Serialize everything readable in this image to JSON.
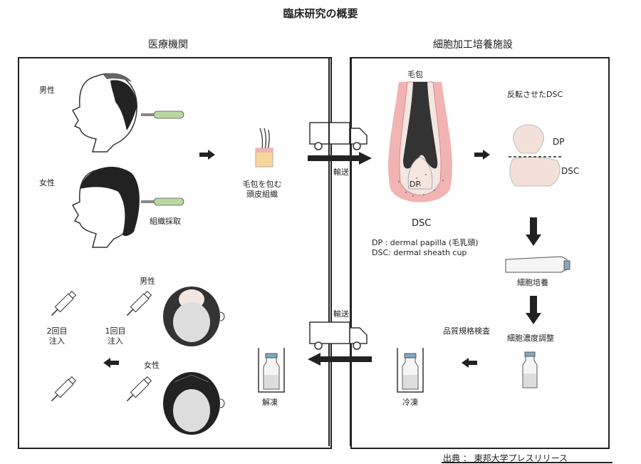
{
  "title": "臨床研究の概要",
  "left_panel": {
    "title": "医療機関",
    "male": "男性",
    "female": "女性",
    "biopsy": "組織採取",
    "follicle_tissue": [
      "毛包を包む",
      "頭皮組織"
    ],
    "male2": "男性",
    "female2": "女性",
    "first_injection": [
      "1回目",
      "注入"
    ],
    "second_injection": [
      "2回目",
      "注入"
    ],
    "thaw": "解凍"
  },
  "right_panel": {
    "title": "細胞加工培養施設",
    "follicle": "毛包",
    "dp_in_follicle": "DP",
    "dsc_label": "DSC",
    "inverted_dsc": "反転させたDSC",
    "dp_label": "DP",
    "dsc_label2": "DSC",
    "legend_dp": "DP :  dermal papilla (毛乳頭)",
    "legend_dsc": "DSC:  dermal sheath cup",
    "culture": "細胞培養",
    "concentration": "細胞濃度調整",
    "qc": "品質規格検査",
    "freeze": "冷凍"
  },
  "transport_top": "輸送",
  "transport_bottom": "輸送",
  "footer": "出典 ： 東邦大学プレスリリース",
  "colors": {
    "accent_green": "#b8d8a0",
    "follicle_pink": "#f2b3b3",
    "dark": "#222222"
  }
}
